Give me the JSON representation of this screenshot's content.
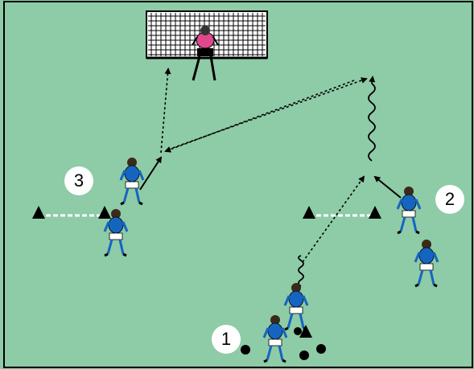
{
  "diagram": {
    "colors": {
      "pitch": "#8ecba7",
      "border": "#000000",
      "goal": "#ffffff",
      "cone": "#000000",
      "gate_line": "#ffffff",
      "player_shirt": "#1565c0",
      "player_shorts": "#ffffff",
      "player_socks": "#1565c0",
      "keeper_shirt": "#e0488c",
      "keeper_shorts": "#000000",
      "ball": "#000000",
      "pass_line": "#000000"
    },
    "labels": {
      "group_1": "1",
      "group_2": "2",
      "group_3": "3"
    },
    "icons": {
      "goal": "goal-icon",
      "cone": "cone-icon",
      "ball": "ball-icon",
      "player": "player-icon",
      "goalkeeper": "goalkeeper-icon"
    }
  }
}
